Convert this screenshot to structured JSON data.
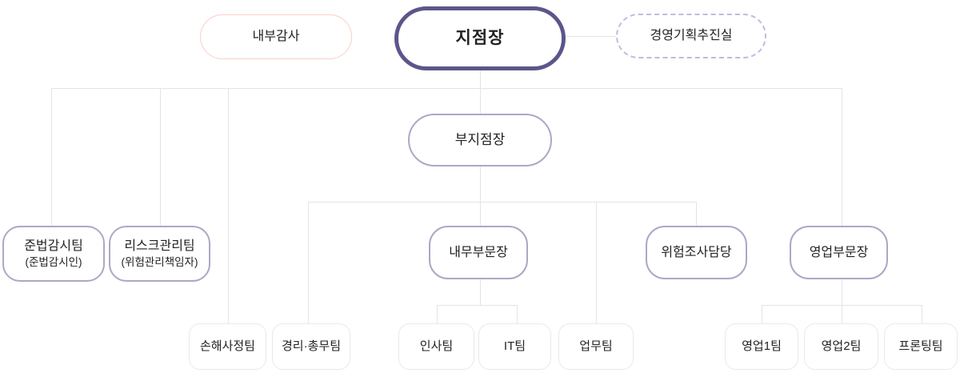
{
  "colors": {
    "accent_dark": "#5b568a",
    "accent_mid": "#aca8c6",
    "pink_border": "#f8cfc9",
    "lavender_dashed": "#bfbce2",
    "line": "#e4e4e8",
    "light_border": "#e9e9ec",
    "text": "#222222"
  },
  "nodes": {
    "branch_manager": {
      "label": "지점장"
    },
    "internal_audit": {
      "label": "내부감사"
    },
    "planning_office": {
      "label": "경영기획추진실"
    },
    "deputy_branch_manager": {
      "label": "부지점장"
    },
    "compliance_team": {
      "label": "준법감시팀",
      "sublabel": "(준법감시인)"
    },
    "risk_management_team": {
      "label": "리스크관리팀",
      "sublabel": "(위험관리책임자)"
    },
    "internal_affairs_head": {
      "label": "내무부문장"
    },
    "risk_survey": {
      "label": "위험조사담당"
    },
    "sales_head": {
      "label": "영업부문장"
    },
    "claims_adjustment_team": {
      "label": "손해사정팀"
    },
    "accounting_team": {
      "label": "경리·총무팀"
    },
    "hr_team": {
      "label": "인사팀"
    },
    "it_team": {
      "label": "IT팀"
    },
    "operations_team": {
      "label": "업무팀"
    },
    "sales_team_1": {
      "label": "영업1팀"
    },
    "sales_team_2": {
      "label": "영업2팀"
    },
    "fronting_team": {
      "label": "프론팅팀"
    }
  }
}
